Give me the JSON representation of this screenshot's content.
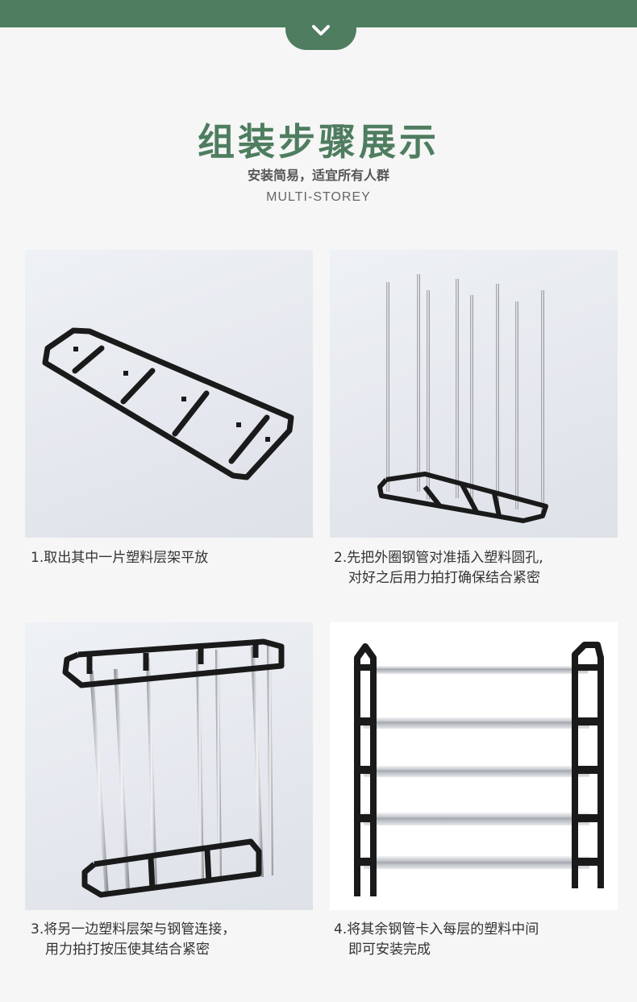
{
  "header": {
    "title": "组装步骤展示",
    "subtitle": "安装简易，适宜所有人群",
    "english": "MULTI-STOREY"
  },
  "steps": [
    {
      "line1": "1.取出其中一片塑料层架平放",
      "line2": ""
    },
    {
      "line1": "2.先把外圈钢管对准插入塑料圆孔,",
      "line2": "对好之后用力拍打确保结合紧密"
    },
    {
      "line1": "3.将另一边塑料层架与钢管连接，",
      "line2": "用力拍打按压使其结合紧密"
    },
    {
      "line1": "4.将其余钢管卡入每层的塑料中间",
      "line2": "即可安装完成"
    }
  ],
  "colors": {
    "brand_green": "#4e7d5f",
    "background": "#f6f6f6",
    "frame": "#1a1a1a",
    "steel": "#c9ccd1"
  },
  "icons": {
    "top_tab": "chevron-down-icon"
  }
}
